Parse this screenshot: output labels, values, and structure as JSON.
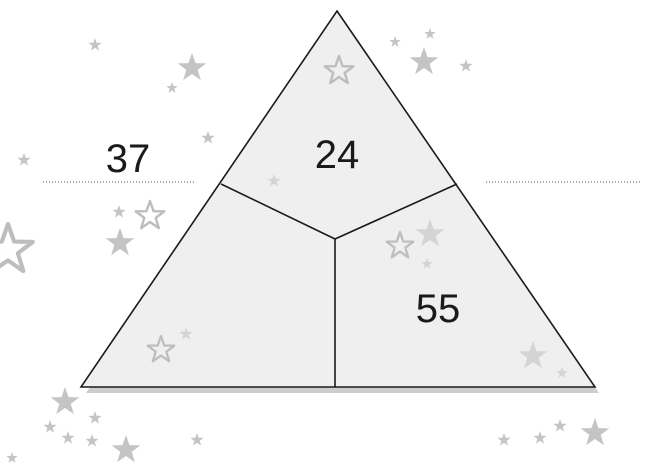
{
  "diagram": {
    "outside_left_value": "37",
    "top_section_value": "24",
    "bottom_right_section_value": "55",
    "bottom_left_section_value": "",
    "colors": {
      "triangle_fill": "#efefef",
      "outline": "#1a1a1a",
      "shadow": "#b5b5b5",
      "stars": "#c4c4c4"
    },
    "decorations": [
      "star-icon"
    ]
  }
}
